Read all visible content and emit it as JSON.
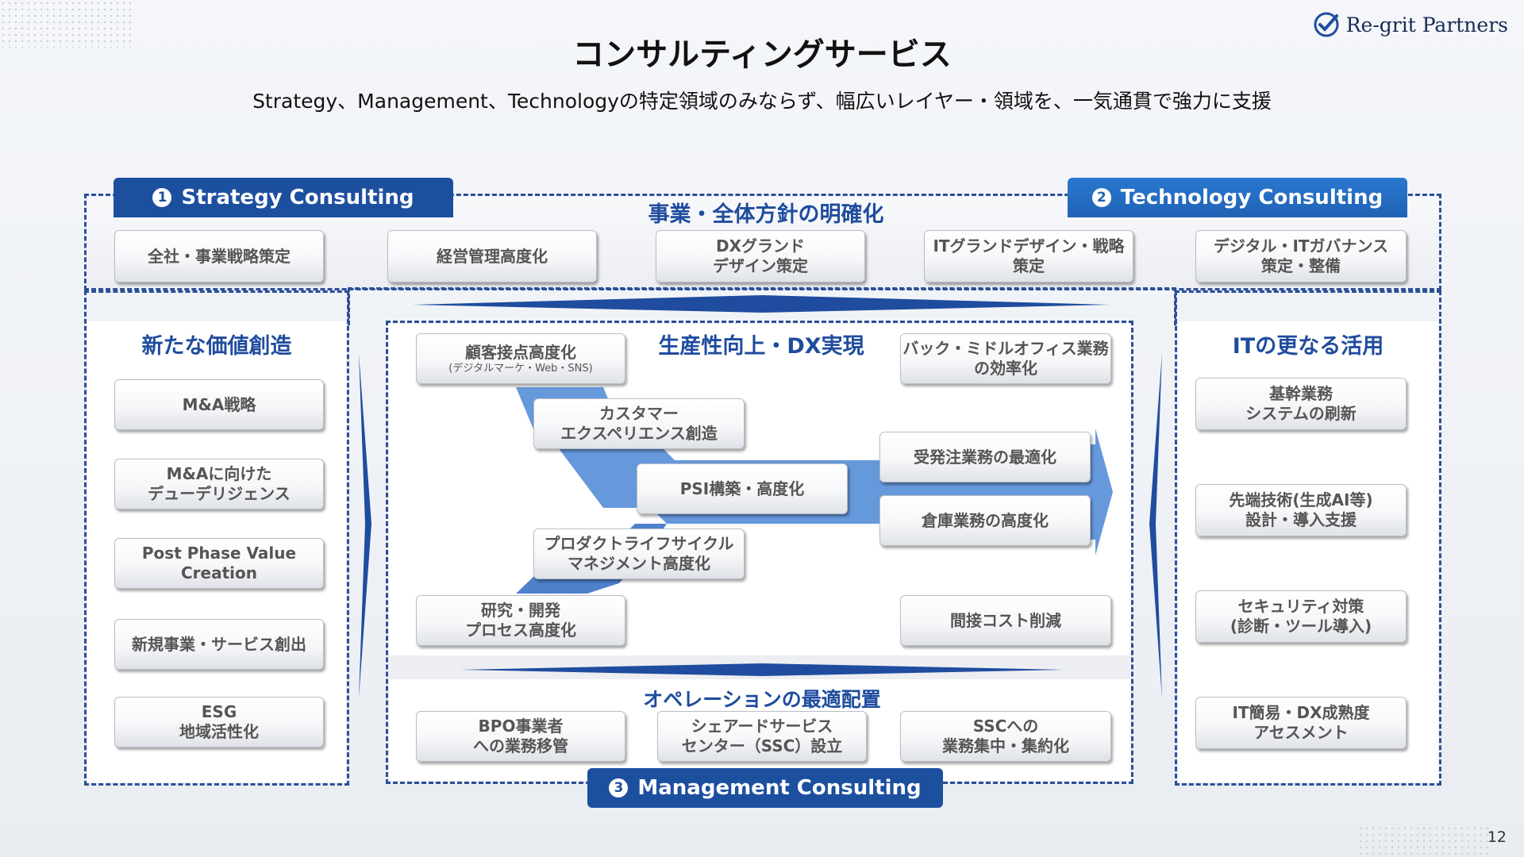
{
  "header": {
    "title": "コンサルティングサービス",
    "subtitle": "Strategy、Management、Technologyの特定領域のみならず、幅広いレイヤー・領域を、一気通貫で強力に支援"
  },
  "brand": {
    "name": "Re-grit Partners",
    "icon": "checkmark-badge-icon"
  },
  "page_number": "12",
  "colors": {
    "primary": "#1f4c9e",
    "tab": "#1d4f9f",
    "frame": "#2c4f98",
    "arrow": "#3f78c9"
  },
  "tabs": {
    "strategy": {
      "num": "1",
      "label": "Strategy Consulting"
    },
    "technology": {
      "num": "2",
      "label": "Technology Consulting"
    },
    "management": {
      "num": "3",
      "label": "Management Consulting"
    }
  },
  "top": {
    "title": "事業・全体方針の明確化",
    "items": [
      "全社・事業戦略策定",
      "経営管理高度化",
      "DXグランド\nデザイン策定",
      "ITグランドデザイン・戦略\n策定",
      "デジタル・ITガバナンス\n策定・整備"
    ]
  },
  "left": {
    "title": "新たな価値創造",
    "items": [
      "M&A戦略",
      "M&Aに向けた\nデューデリジェンス",
      "Post Phase Value\nCreation",
      "新規事業・サービス創出",
      "ESG\n地域活性化"
    ]
  },
  "right": {
    "title": "ITの更なる活用",
    "items": [
      "基幹業務\nシステムの刷新",
      "先端技術(生成AI等)\n設計・導入支援",
      "セキュリティ対策\n(診断・ツール導入)",
      "IT簡易・DX成熟度\nアセスメント"
    ]
  },
  "center": {
    "title": "生産性向上・DX実現",
    "customer": {
      "main": "顧客接点高度化",
      "sub": "(デジタルマーケ・Web・SNS)"
    },
    "cx": "カスタマー\nエクスペリエンス創造",
    "psi": "PSI構築・高度化",
    "plm": "プロダクトライフサイクル\nマネジメント高度化",
    "rnd": "研究・開発\nプロセス高度化",
    "back_office": "バック・ミドルオフィス業務\nの効率化",
    "order": "受発注業務の最適化",
    "warehouse": "倉庫業務の高度化",
    "indirect": "間接コスト削減"
  },
  "operation": {
    "title": "オペレーションの最適配置",
    "items": [
      "BPO事業者\nへの業務移管",
      "シェアードサービス\nセンター（SSC）設立",
      "SSCへの\n業務集中・集約化"
    ]
  }
}
